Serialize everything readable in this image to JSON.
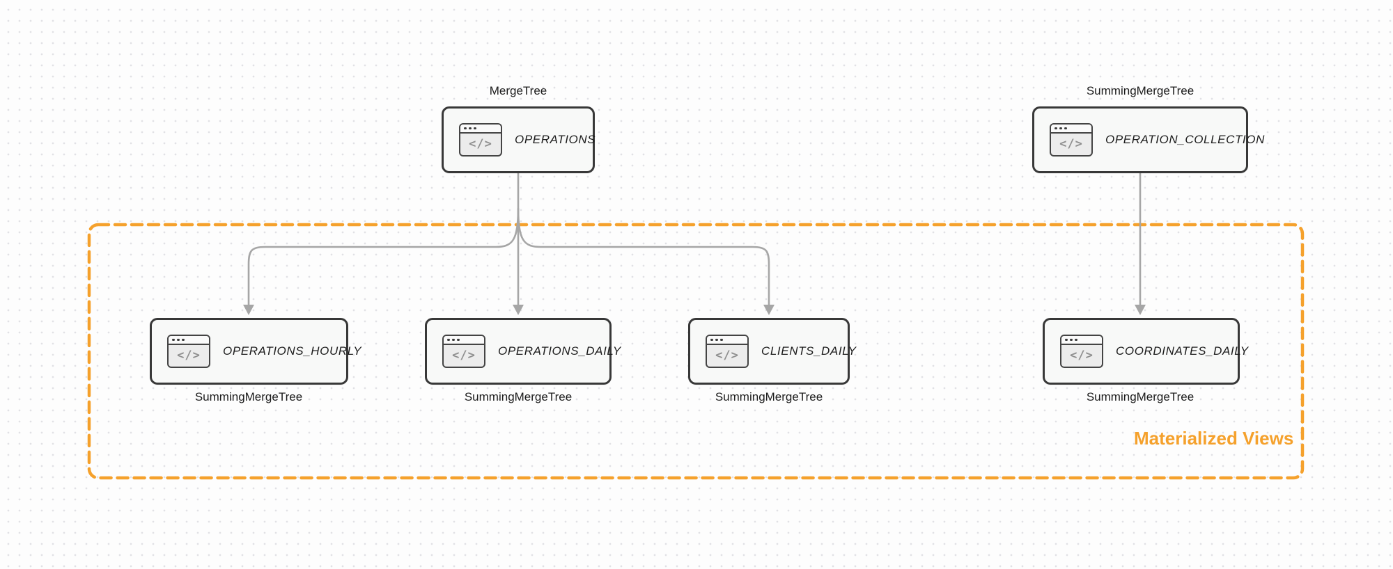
{
  "canvas": {
    "type": "diagram-canvas",
    "background": "#fdfdfd",
    "dot_grid": true
  },
  "colors": {
    "node_border": "#383838",
    "node_fill": "#f8f9f8",
    "arrow": "#a6a6a6",
    "accent_orange": "#f5a12c",
    "canvas_bg": "#fdfdfd",
    "dot": "#e1e1e5",
    "text_dark": "#1c1c1c",
    "icon_stroke": "#444444",
    "icon_glyph": "#8f8f8f"
  },
  "icons": {
    "browser_code_glyph": "</>"
  },
  "group": {
    "label": "Materialized Views"
  },
  "nodes": [
    {
      "id": "operations",
      "engine": "MergeTree",
      "name": "OPERATIONS",
      "engine_position": "above"
    },
    {
      "id": "operation-collection",
      "engine": "SummingMergeTree",
      "name": "OPERATION_COLLECTION",
      "engine_position": "above"
    },
    {
      "id": "operations-hourly",
      "engine": "SummingMergeTree",
      "name": "OPERATIONS_HOURLY",
      "engine_position": "below"
    },
    {
      "id": "operations-daily",
      "engine": "SummingMergeTree",
      "name": "OPERATIONS_DAILY",
      "engine_position": "below"
    },
    {
      "id": "clients-daily",
      "engine": "SummingMergeTree",
      "name": "CLIENTS_DAILY",
      "engine_position": "below"
    },
    {
      "id": "coordinates-daily",
      "engine": "SummingMergeTree",
      "name": "COORDINATES_DAILY",
      "engine_position": "below"
    }
  ],
  "edges": [
    {
      "from": "OPERATIONS",
      "to": "OPERATIONS_HOURLY"
    },
    {
      "from": "OPERATIONS",
      "to": "OPERATIONS_DAILY"
    },
    {
      "from": "OPERATIONS",
      "to": "CLIENTS_DAILY"
    },
    {
      "from": "OPERATION_COLLECTION",
      "to": "COORDINATES_DAILY"
    }
  ]
}
